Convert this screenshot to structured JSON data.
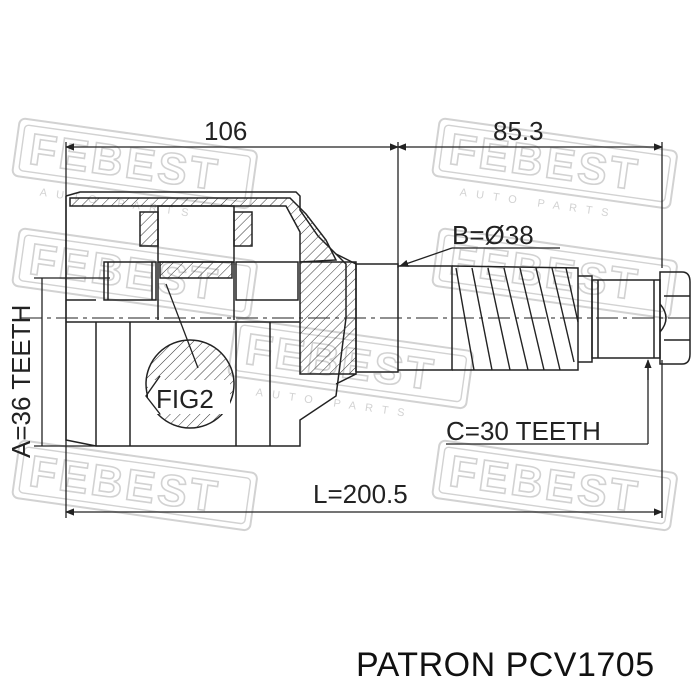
{
  "watermark": {
    "brand": "FEBEST",
    "tagline": "AUTO PARTS"
  },
  "dimensions": {
    "housing_length": "106",
    "shaft_length": "85.3",
    "total_length": "L=200.5",
    "outer_teeth": "A=36 TEETH",
    "shaft_diameter": "B=Ø38",
    "shaft_teeth": "C=30 TEETH",
    "detail_label": "FIG2"
  },
  "part_caption": "PATRON PCV1705",
  "colors": {
    "line": "#222222",
    "watermark": "#d2d2d2",
    "background": "#ffffff"
  }
}
